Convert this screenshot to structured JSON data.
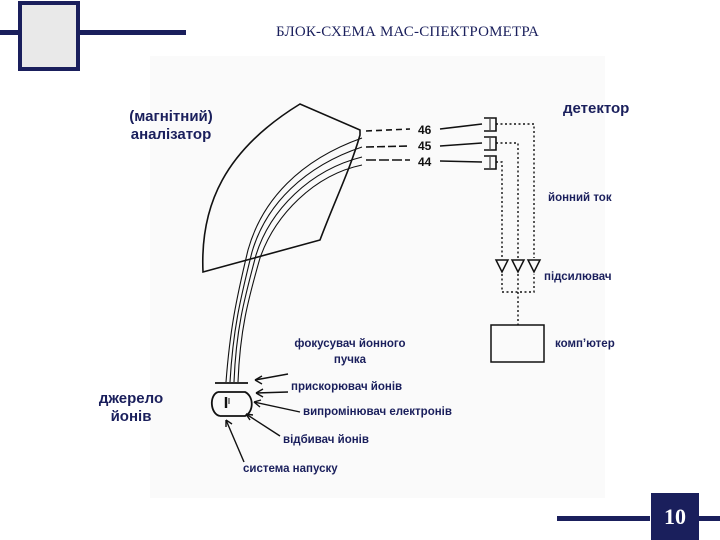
{
  "title": "БЛОК-СХЕМА МАС-СПЕКТРОМЕТРА",
  "page_number": "10",
  "labels": {
    "analyzer_line1": "(магнітний)",
    "analyzer_line2": "аналізатор",
    "detector": "детектор",
    "ion_current": "йонний ток",
    "amplifier": "підсилювач",
    "computer": "комп’ютер",
    "focuser_line1": "фокусувач йонного",
    "focuser_line2": "пучка",
    "source_line1": "джерело",
    "source_line2": "йонів",
    "accelerator": "прискорювач йонів",
    "electron_emitter": "випромінювач електронів",
    "ion_repeller": "відбивач йонів",
    "inlet_system": "система напуску"
  },
  "masses": [
    "46",
    "45",
    "44"
  ],
  "colors": {
    "navy": "#1a1f5c",
    "line": "#111111"
  }
}
